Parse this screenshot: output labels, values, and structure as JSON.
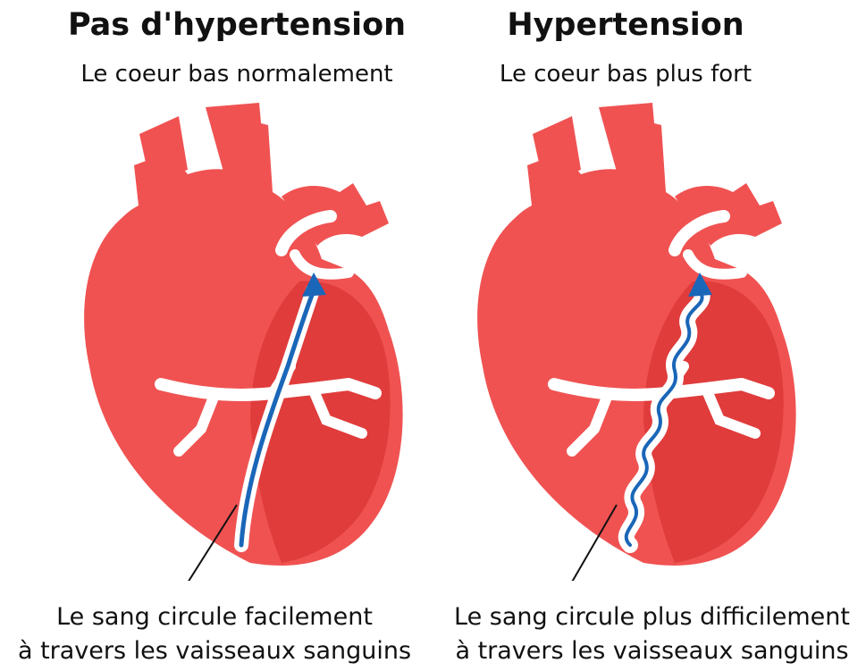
{
  "panels": {
    "normal": {
      "title": "Pas d'hypertension",
      "subtitle": "Le coeur bas normalement",
      "caption_line1": "Le sang circule facilement",
      "caption_line2": "à travers les vaisseaux sanguins"
    },
    "hypertension": {
      "title": "Hypertension",
      "subtitle": "Le coeur bas plus fort",
      "caption_line1": "Le sang circule plus difficilement",
      "caption_line2": "à travers les vaisseaux sanguins"
    }
  },
  "colors": {
    "heart_main": "#f05252",
    "heart_dark": "#e03c3c",
    "vessel_white": "#ffffff",
    "blood_flow": "#1a66b8",
    "text": "#111111",
    "pointer_line": "#111111"
  },
  "icons": {
    "left_illustration": "heart-icon",
    "right_illustration": "heart-icon",
    "flow_arrow": "arrow-up-icon"
  }
}
